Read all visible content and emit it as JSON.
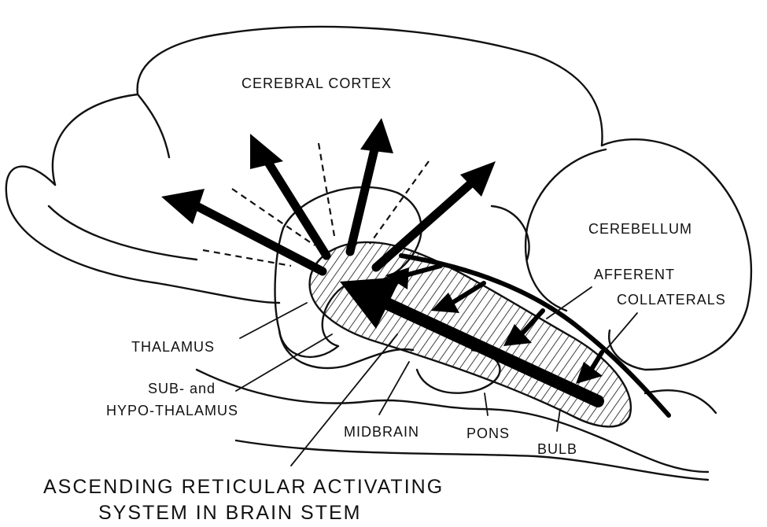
{
  "labels": {
    "cerebral_cortex": "CEREBRAL CORTEX",
    "cerebellum": "CEREBELLUM",
    "afferent": "AFFERENT",
    "collaterals": "COLLATERALS",
    "thalamus": "THALAMUS",
    "sub_and": "SUB- and",
    "hypo_thalamus": "HYPO-THALAMUS",
    "midbrain": "MIDBRAIN",
    "pons": "PONS",
    "bulb": "BULB",
    "caption_line1": "ASCENDING RETICULAR ACTIVATING",
    "caption_line2": "SYSTEM IN BRAIN STEM"
  }
}
